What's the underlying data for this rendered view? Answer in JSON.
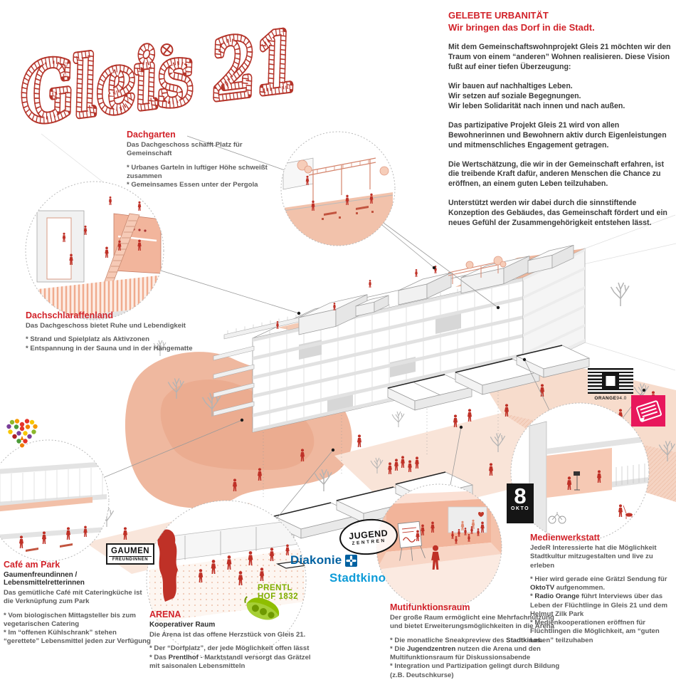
{
  "brand": {
    "logo_text": "Gleis 21"
  },
  "colors": {
    "accent_red": "#d2232a",
    "logo_red": "#b5352b",
    "salmon": "#f0b499",
    "figure_red": "#bf3127",
    "diakonie_blue": "#0061a1",
    "stadtkino_blue": "#0f9cd8",
    "prentl_green": "#7fae00",
    "okto_black": "#151515",
    "magenta": "#e8175c"
  },
  "intro": {
    "heading1": "GELEBTE URBANITÄT",
    "heading2": "Wir bringen das Dorf in die Stadt.",
    "p1": "Mit dem Gemeinschaftswohnprojekt Gleis 21 möchten wir den Traum von einem “anderen” Wohnen realisieren. Diese Vision fußt auf einer tiefen Überzeugung:",
    "p2": "Wir bauen auf nachhaltiges Leben.\nWir setzen auf soziale Begegnungen.\nWir leben Solidarität nach innen und nach außen.",
    "p3": "Das partizipative Projekt Gleis 21 wird von allen Bewohnerinnen und Bewohnern aktiv durch Eigenleistungen und mitmenschliches Engagement getragen.",
    "p4": "Die Wertschätzung, die wir in der Gemeinschaft erfahren, ist die treibende Kraft dafür, anderen Menschen die Chance zu eröffnen, an einem guten Leben teilzuhaben.",
    "p5": "Unterstützt werden wir dabei durch die sinnstiftende Konzeption des Gebäudes, das Gemeinschaft fördert und ein neues Gefühl der Zusammengehörigkeit entstehen lässt."
  },
  "callouts": {
    "dachgarten": {
      "title": "Dachgarten",
      "lead": "Das Dachgeschoss schafft Platz für Gemeinschaft",
      "b1": "* Urbanes Garteln in luftiger Höhe schweißt zusammen",
      "b2": "* Gemeinsames Essen unter der Pergola"
    },
    "dachschlaraffenland": {
      "title": "Dachschlaraffenland",
      "lead": "Das Dachgeschoss bietet Ruhe und Lebendigkeit",
      "b1": "* Strand und Spielplatz als Aktivzonen",
      "b2": "* Entspannung in der Sauna und in der Hängematte"
    },
    "cafe": {
      "title": "Café am Park",
      "subtitle": "Gaumenfreundinnen / Lebensmittelretterinnen",
      "p1": [
        "Das gemütliche ",
        "Café",
        " mit Cateringküche ist die Verknüpfung zum Park"
      ],
      "b1": "* Vom biologischen Mittagsteller bis zum vegetarischen Catering",
      "b2": "* Im “offenen Kühlschrank” stehen “gerettete” Lebensmittel jeden zur Verfügung"
    },
    "arena": {
      "title": "ARENA",
      "subtitle": "Kooperativer Raum",
      "lead": "Die Arena ist das offene Herzstück von Gleis 21.",
      "b1": "* Der “Dorfplatz”, der jede Möglichkeit offen lässt",
      "b2": [
        "* Das ",
        "Prentlhof",
        " - Marktstandl versorgt das Grätzel mit saisonalen Lebensmitteln"
      ]
    },
    "multi": {
      "title": "Mutifunktionsraum",
      "lead": "Der große Raum ermöglicht eine Mehrfachnutzung und bietet Erweiterungsmöglichkeiten in die Arena",
      "b1": [
        "* Die monatliche Sneakpreview des ",
        "Stadtkinos",
        "."
      ],
      "b2": [
        "* Die ",
        "Jugendzentren",
        " nutzen die Arena und den Multifunktionsraum für Diskussionsabende"
      ],
      "b3": "* Integration und Partizipation gelingt durch Bildung (z.B. Deutschkurse)"
    },
    "medien": {
      "title": "Medienwerkstatt",
      "lead": "JedeR Interessierte hat die Möglichkeit Stadtkultur mitzugestalten und live zu erleben",
      "b1": [
        "* Hier wird gerade eine Grätzl Sendung für ",
        "OktoTV",
        " aufgenommen."
      ],
      "b2": [
        "* ",
        "Radio Orange",
        " führt Interviews über das Leben der Flüchtlinge in Gleis 21 und dem Helmut Zilk Park"
      ],
      "b3": "* Medienkooperationen eröffnen für Flüchtlingen die Möglichkeit, am “guten Leben” teilzuhaben"
    }
  },
  "logos": {
    "orange": {
      "bold": "ORANGE",
      "light": "94.0"
    },
    "okto": {
      "glyph": "8",
      "label": "OKTO"
    },
    "jugend": {
      "line1": "JUGEND",
      "line2": "ZENTREN"
    },
    "gaumen": {
      "line1": "GAUMEN",
      "line2": "FREUNDINNEN"
    },
    "diakonie": {
      "label": "Diakonie"
    },
    "stadtkino": {
      "label": "Stadtkino"
    },
    "prentl": {
      "line1": "PRENTL",
      "line2": "HOF 1832"
    }
  }
}
